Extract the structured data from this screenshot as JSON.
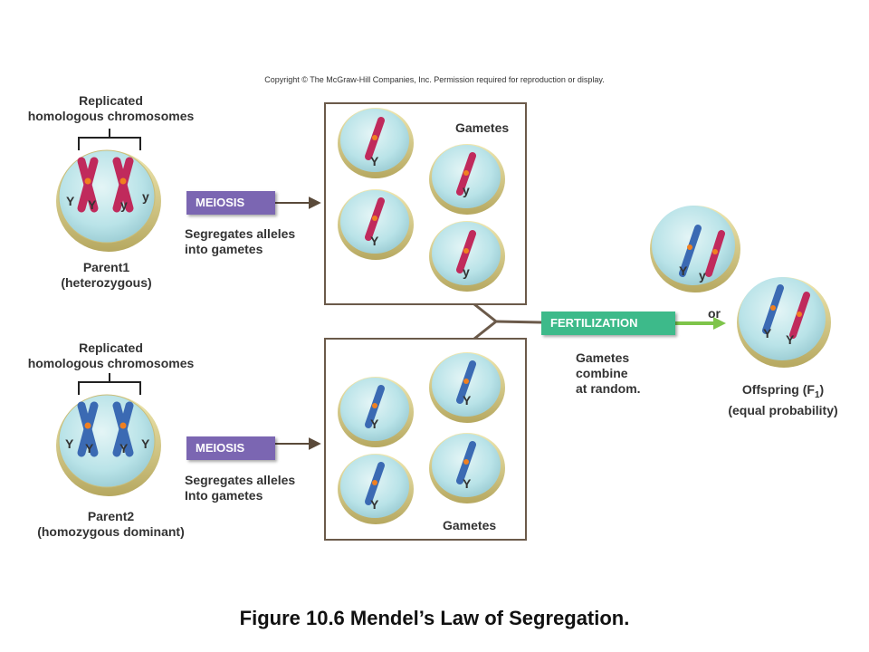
{
  "copyright": "Copyright © The McGraw-Hill Companies, Inc. Permission required for reproduction or display.",
  "colors": {
    "cell_fill": "#b9e3e8",
    "cell_rim": "#d9cf8a",
    "chrom_dominant": "#3b6ab3",
    "chrom_recessive": "#c02a5c",
    "meiosis_tag": "#7b66b2",
    "fertilization_tag": "#3dba8a",
    "arrow_green": "#7ec44a",
    "box_border": "#6b5a4a"
  },
  "parent1": {
    "heading": "Replicated\nhomologous chromosomes",
    "name": "Parent1\n(heterozygous)",
    "alleles": [
      "Y",
      "Y",
      "y",
      "y"
    ]
  },
  "parent2": {
    "heading": "Replicated\nhomologous chromosomes",
    "name": "Parent2\n(homozygous dominant)",
    "alleles": [
      "Y",
      "Y",
      "Y",
      "Y"
    ]
  },
  "meiosis": {
    "label": "MEIOSIS",
    "desc1": "Segregates alleles\ninto gametes",
    "desc2": "Segregates alleles\nInto gametes"
  },
  "gametes_top": {
    "label": "Gametes",
    "alleles": [
      "Y",
      "y",
      "Y",
      "y"
    ]
  },
  "gametes_bottom": {
    "label": "Gametes",
    "alleles": [
      "Y",
      "Y",
      "Y",
      "Y"
    ]
  },
  "fertilization": {
    "label": "FERTILIZATION",
    "desc": "Gametes\ncombine\nat random."
  },
  "offspring": {
    "cell1_alleles": [
      "Y",
      "y"
    ],
    "cell2_alleles": [
      "Y",
      "Y"
    ],
    "or": "or",
    "label_prefix": "Offspring (F",
    "label_sub": "1",
    "label_suffix": ")",
    "label_line2": "(equal probability)"
  },
  "caption": "Figure 10.6 Mendel’s Law of Segregation."
}
